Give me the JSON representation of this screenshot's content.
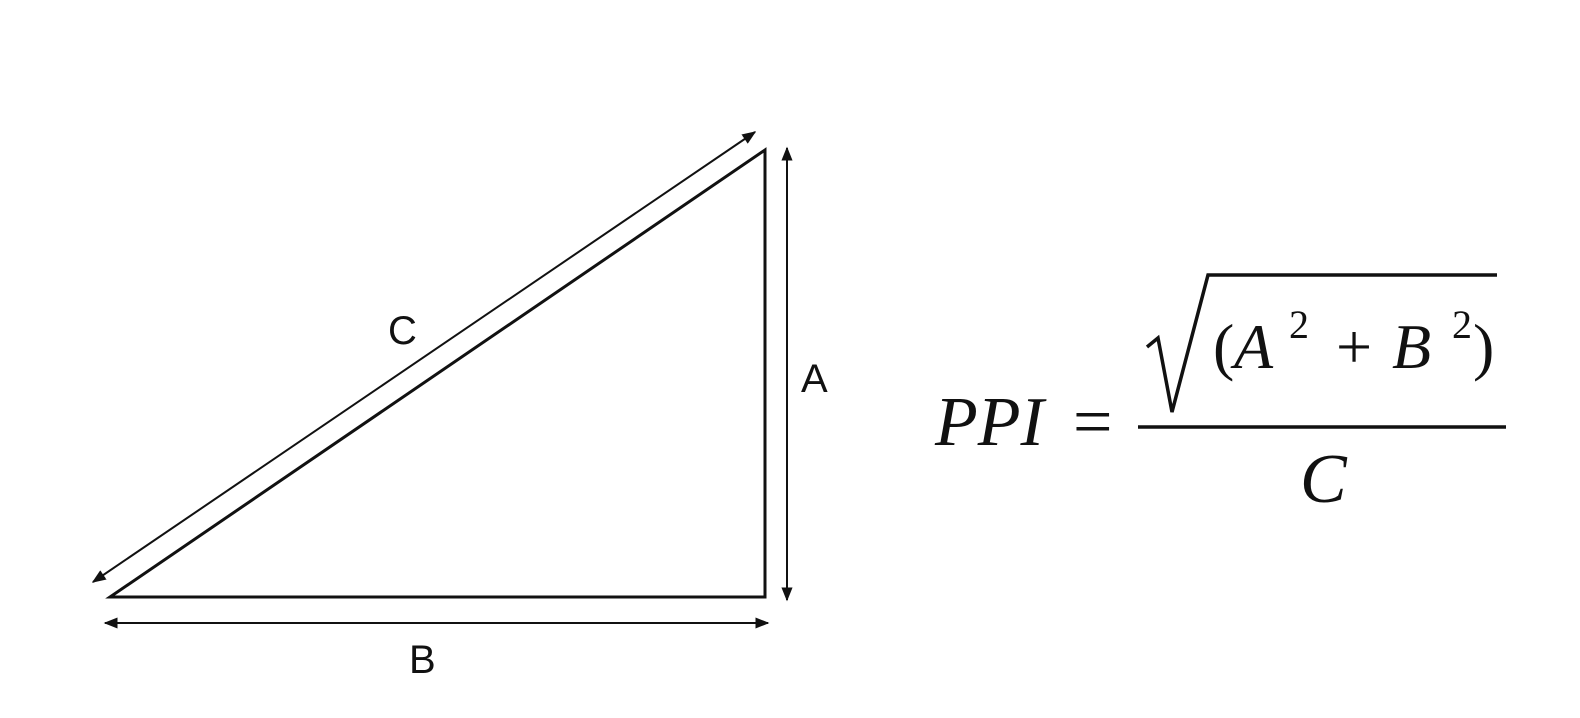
{
  "triangle": {
    "labels": {
      "hypotenuse": "C",
      "vertical": "A",
      "horizontal": "B"
    }
  },
  "formula": {
    "lhs": "PPI",
    "equals": "=",
    "open_paren": "(",
    "term_a": "A",
    "exp_a": "2",
    "plus": "+",
    "term_b": "B",
    "exp_b": "2",
    "close_paren": ")",
    "denominator": "C"
  }
}
